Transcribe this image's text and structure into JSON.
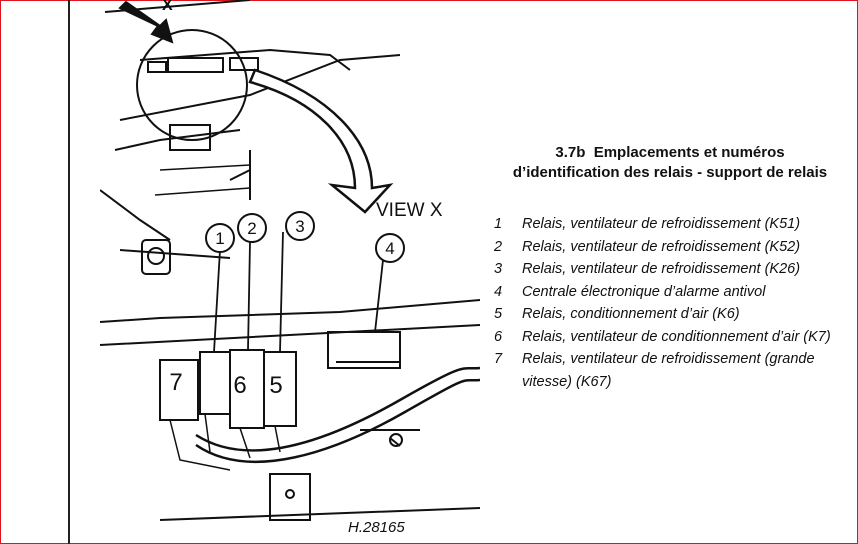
{
  "figure": {
    "view_label": "VIEW X",
    "arrow_label": "X",
    "drawing_ref": "H.28165",
    "callouts": [
      "1",
      "2",
      "3",
      "4",
      "5",
      "6",
      "7"
    ]
  },
  "caption": {
    "number": "3.7b",
    "text": "Emplacements et numéros d’identification des relais - support de relais"
  },
  "legend": [
    {
      "num": "1",
      "text": "Relais, ventilateur de refroidissement (K51)"
    },
    {
      "num": "2",
      "text": "Relais, ventilateur de refroidissement (K52)"
    },
    {
      "num": "3",
      "text": "Relais, ventilateur de refroidissement (K26)"
    },
    {
      "num": "4",
      "text": "Centrale électronique d’alarme antivol"
    },
    {
      "num": "5",
      "text": "Relais, conditionnement d’air (K6)"
    },
    {
      "num": "6",
      "text": "Relais, ventilateur de conditionnement d’air (K7)"
    },
    {
      "num": "7",
      "text": "Relais, ventilateur de refroidissement (grande vitesse) (K67)"
    }
  ],
  "colors": {
    "border": "#e0141e",
    "ink": "#111111"
  }
}
